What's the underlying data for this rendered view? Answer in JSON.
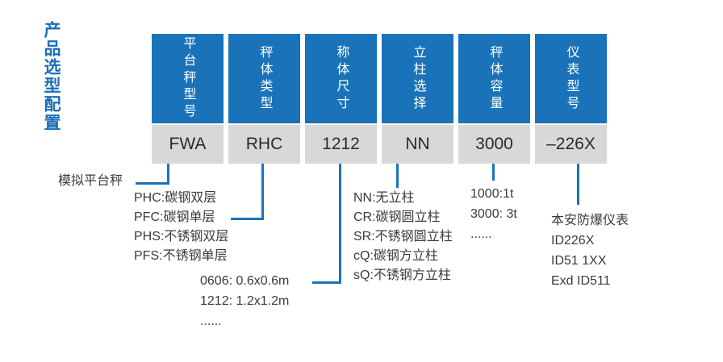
{
  "page": {
    "title": "产品选型配置"
  },
  "columns": [
    {
      "header": "平台秤型号",
      "value": "FWA"
    },
    {
      "header": "秤体类型",
      "value": "RHC"
    },
    {
      "header": "称体尺寸",
      "value": "1212"
    },
    {
      "header": "立柱选择",
      "value": "NN"
    },
    {
      "header": "秤体容量",
      "value": "3000"
    },
    {
      "header": "仪表型号",
      "value": "–226X"
    }
  ],
  "annotations": {
    "platform_label": "模拟平台秤",
    "scale_body_types": [
      "PHC:碳钢双层",
      "PFC:碳钢单层",
      "PHS:不锈钢双层",
      "PFS:不锈钢单层"
    ],
    "body_sizes": [
      "0606: 0.6x0.6m",
      "1212: 1.2x1.2m",
      "......"
    ],
    "pillar_options": [
      "NN:无立柱",
      "CR:碳钢圆立柱",
      "SR:不锈钢圆立柱",
      "cQ:碳钢方立柱",
      "sQ:不锈钢方立柱"
    ],
    "capacities": [
      "1000:1t",
      "3000: 3t",
      "......"
    ],
    "indicator_models": [
      "本安防爆仪表",
      "ID226X",
      "ID51 1XX",
      "Exd ID511"
    ]
  },
  "colors": {
    "accent_blue": "#1a73b9",
    "title_blue": "#1a6db6",
    "value_cell_grey": "#d8d8d8",
    "text_dark": "#3b3b3b"
  }
}
